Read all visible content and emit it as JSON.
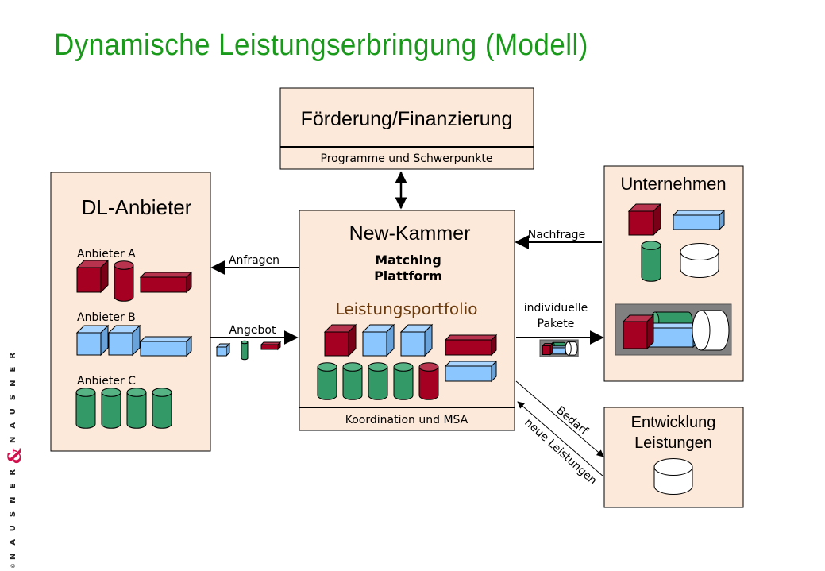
{
  "title": "Dynamische Leistungserbringung (Modell)",
  "colors": {
    "title": "#1a9a1a",
    "box_fill": "#fde9d9",
    "red": "#a50021",
    "blue": "#8cc6ff",
    "green": "#339966",
    "white": "#ffffff",
    "package_bg": "#808080",
    "portfolio_text": "#6b3a0c",
    "logo_amp": "#d0104c"
  },
  "foerderung": {
    "title": "Förderung/Finanzierung",
    "subtitle": "Programme und Schwerpunkte"
  },
  "dl_anbieter": {
    "title": "DL-Anbieter",
    "groups": [
      {
        "label": "Anbieter A",
        "shapes": [
          "red-cube",
          "red-cylinder",
          "red-bar"
        ]
      },
      {
        "label": "Anbieter B",
        "shapes": [
          "blue-cube",
          "blue-cube",
          "blue-bar"
        ]
      },
      {
        "label": "Anbieter C",
        "shapes": [
          "green-cylinder",
          "green-cylinder",
          "green-cylinder",
          "green-cylinder"
        ]
      }
    ]
  },
  "kammer": {
    "title": "New-Kammer",
    "subtitle_line1": "Matching",
    "subtitle_line2": "Plattform",
    "portfolio_label": "Leistungsportfolio",
    "footer": "Koordination und MSA"
  },
  "unternehmen": {
    "title": "Unternehmen"
  },
  "entwicklung": {
    "title_line1": "Entwicklung",
    "title_line2": "Leistungen"
  },
  "arrows": {
    "anfragen": "Anfragen",
    "angebot": "Angebot",
    "nachfrage": "Nachfrage",
    "pakete_line1": "individuelle",
    "pakete_line2": "Pakete",
    "bedarf": "Bedarf",
    "neue_leistungen": "neue Leistungen"
  },
  "logo": {
    "top_word": "NAUSNER",
    "ampersand": "&",
    "bottom_word": "NAUSNER",
    "mark": "©"
  }
}
